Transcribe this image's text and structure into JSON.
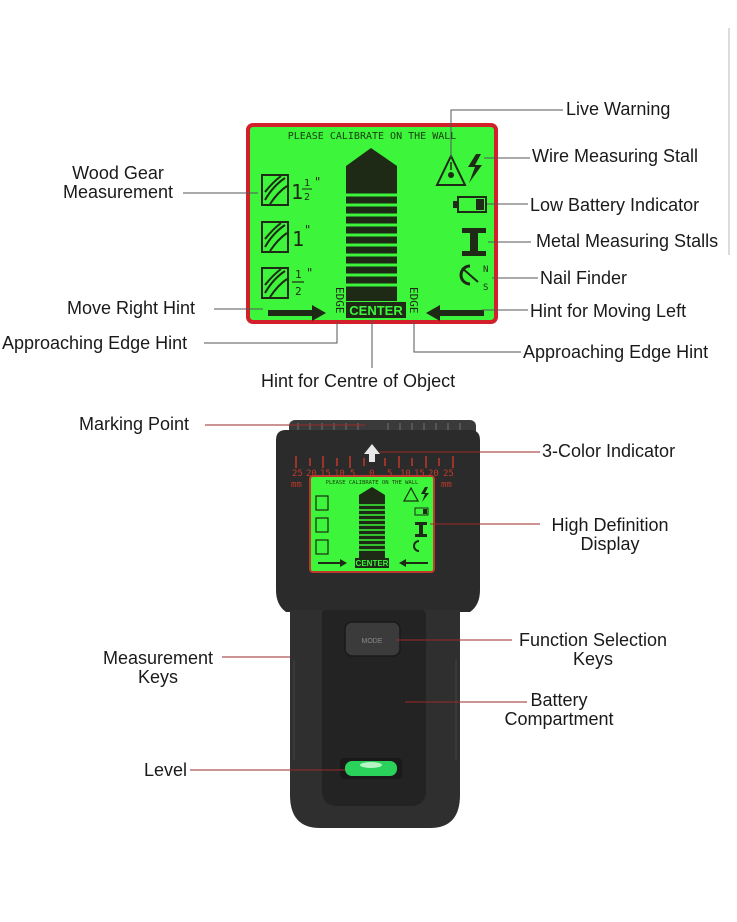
{
  "top_screen": {
    "calibrate_text": "PLEASE CALIBRATE ON THE WALL",
    "wood_levels": [
      {
        "whole": "1",
        "num": "1",
        "den": "2",
        "unit": "\""
      },
      {
        "whole": "1",
        "num": "",
        "den": "",
        "unit": "\""
      },
      {
        "whole": "",
        "num": "1",
        "den": "2",
        "unit": "\""
      }
    ],
    "edge_text": "EDGE",
    "center_text": "CENTER",
    "nail_n": "N",
    "nail_s": "S"
  },
  "device": {
    "calibrate_text": "PLEASE CALIBRATE ON THE WALL",
    "scale_numbers": [
      "25",
      "20",
      "15",
      "10",
      "5",
      "0",
      "5",
      "10",
      "15",
      "20",
      "25"
    ],
    "scale_unit": "mm",
    "center_text": "CENTER",
    "key_label": "MODE"
  },
  "labels": {
    "live_warning": "Live Warning",
    "wire_measuring_stall": "Wire Measuring Stall",
    "low_battery_indicator": "Low Battery Indicator",
    "metal_measuring_stalls": "Metal Measuring Stalls",
    "nail_finder": "Nail Finder",
    "hint_moving_left": "Hint for Moving Left",
    "approaching_edge_right": "Approaching Edge Hint",
    "wood_gear_measurement_line1": "Wood Gear",
    "wood_gear_measurement_line2": "Measurement",
    "move_right_hint": "Move Right Hint",
    "approaching_edge_left": "Approaching Edge Hint",
    "hint_centre_object": "Hint for Centre of Object",
    "marking_point": "Marking Point",
    "three_color_indicator": "3-Color Indicator",
    "hd_display_line1": "High Definition",
    "hd_display_line2": "Display",
    "measurement_keys_line1": "Measurement",
    "measurement_keys_line2": "Keys",
    "function_keys_line1": "Function Selection",
    "function_keys_line2": "Keys",
    "battery_line1": "Battery",
    "battery_line2": "Compartment",
    "level": "Level"
  },
  "colors": {
    "lcd_green": "#3df53a",
    "lcd_border": "#d21f2a",
    "body_dark": "#2b2b2b",
    "leader_line": "#9e2a2a"
  }
}
